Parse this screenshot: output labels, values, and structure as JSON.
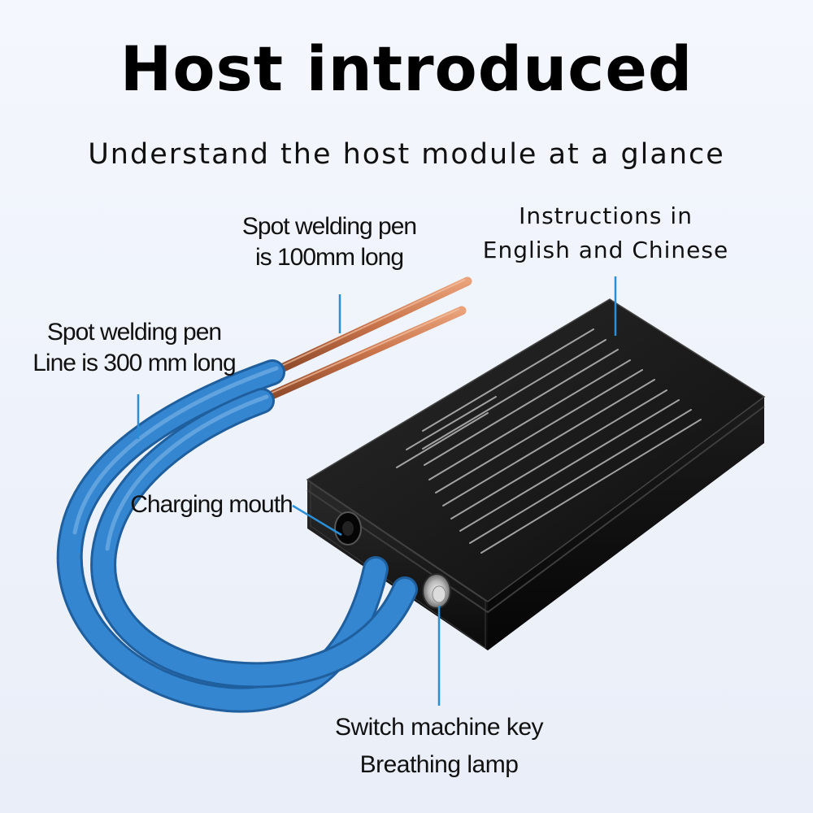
{
  "header": {
    "title": "Host introduced",
    "subtitle": "Understand the host module at a glance"
  },
  "callouts": {
    "pen_length": [
      "Spot welding pen",
      "is 100mm long"
    ],
    "instructions": [
      "Instructions in",
      "English and Chinese"
    ],
    "pen_line": [
      "Spot welding pen",
      "Line is 300 mm long"
    ],
    "charging": "Charging mouth",
    "switch": [
      "Switch machine key",
      "Breathing lamp"
    ]
  },
  "colors": {
    "accent": "#2a8fd6",
    "cable": "#2f7fc8",
    "copper": "#c8734a",
    "device": "#1b1b1b"
  }
}
